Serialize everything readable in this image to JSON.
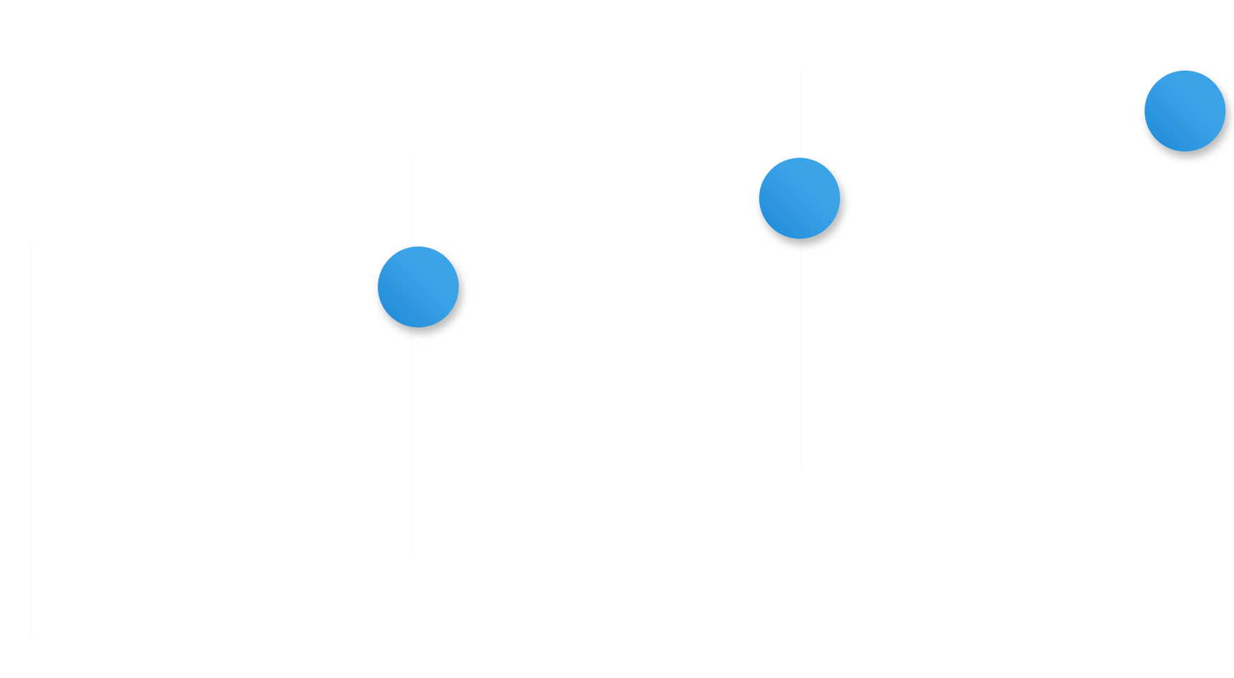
{
  "canvas": {
    "background_color": "#ffffff",
    "guide_color": "#f6f7f8"
  },
  "dots": [
    {
      "id": "dot-1",
      "color_top": "#3aa3e8",
      "color_bottom": "#1f88d6"
    },
    {
      "id": "dot-2",
      "color_top": "#3aa3e8",
      "color_bottom": "#1f88d6"
    },
    {
      "id": "dot-3",
      "color_top": "#3aa3e8",
      "color_bottom": "#1f88d6"
    }
  ]
}
